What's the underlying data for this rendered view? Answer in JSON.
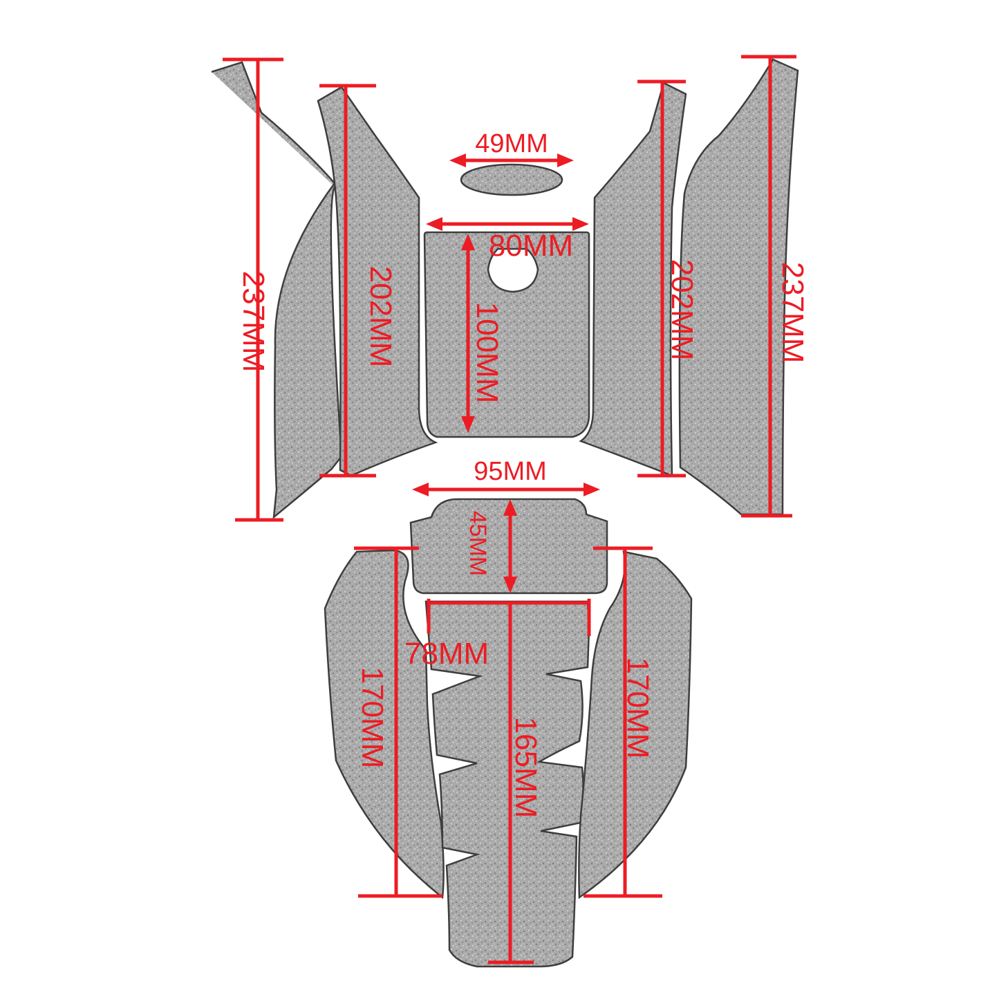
{
  "colors": {
    "pad_fill": "#a9a9a9",
    "pad_outline": "#3d3d3d",
    "dimension_line": "#ec1c24"
  },
  "pads": [
    {
      "name": "left-outer-side-pad"
    },
    {
      "name": "left-inner-side-pad"
    },
    {
      "name": "tank-cap-oval-pad"
    },
    {
      "name": "center-top-pad"
    },
    {
      "name": "right-inner-side-pad"
    },
    {
      "name": "right-outer-side-pad"
    },
    {
      "name": "lower-top-pad"
    },
    {
      "name": "lower-left-pad"
    },
    {
      "name": "spine-pad"
    },
    {
      "name": "lower-right-pad"
    }
  ],
  "dimensions": {
    "oval_width": "49MM",
    "center_pad_width": "80MM",
    "center_pad_height": "100MM",
    "left_outer_height": "237MM",
    "left_inner_height": "202MM",
    "right_inner_height": "202MM",
    "right_outer_height": "237MM",
    "lower_top_width": "95MM",
    "lower_top_height": "45MM",
    "spine_width": "78MM",
    "spine_height": "165MM",
    "lower_left_height": "170MM",
    "lower_right_height": "170MM"
  }
}
